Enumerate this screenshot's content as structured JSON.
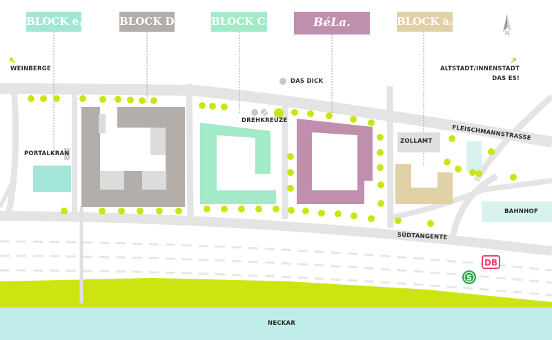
{
  "tags": {
    "block_e": "BLOCK e.",
    "block_d": "BLOCK D.",
    "block_c": "BLOCK C.",
    "bela": "BéLa.",
    "block_a": "BLOCK a."
  },
  "labels": {
    "weinberge": "WEINBERGE",
    "altstadt": "ALTSTADT/INNENSTADT",
    "das_es": "DAS ES!",
    "das_dick": "DAS DICK",
    "drehkreuze": "DREHKREUZE",
    "fleischmannstrasse": "FLEISCHMANNSTRASSE",
    "zollamt": "ZOLLAMT",
    "portalkran": "PORTALKRAN",
    "bahnhof": "BAHNHOF",
    "suedtangente": "SÜDTANGENTE",
    "neckar": "NECKAR",
    "db": "DB",
    "sbahn": "S",
    "compass_n": "N"
  },
  "colors": {
    "block_e": "#a3e6d8",
    "block_d": "#b3aeaa",
    "block_c": "#a3eac8",
    "bela": "#c18fae",
    "block_a": "#e1d1a6",
    "tree": "#cce512",
    "meadow": "#cce512",
    "river": "#c0ece9",
    "road": "#e4e4e4",
    "db_red": "#ef3f6e",
    "sbahn_green": "#2eaa4a"
  },
  "icons": {
    "compass": "north-arrow-icon",
    "db": "db-logo-icon",
    "sbahn": "sbahn-logo-icon",
    "arrow_nw": "arrow-northwest-icon",
    "arrow_ne": "arrow-northeast-icon"
  }
}
